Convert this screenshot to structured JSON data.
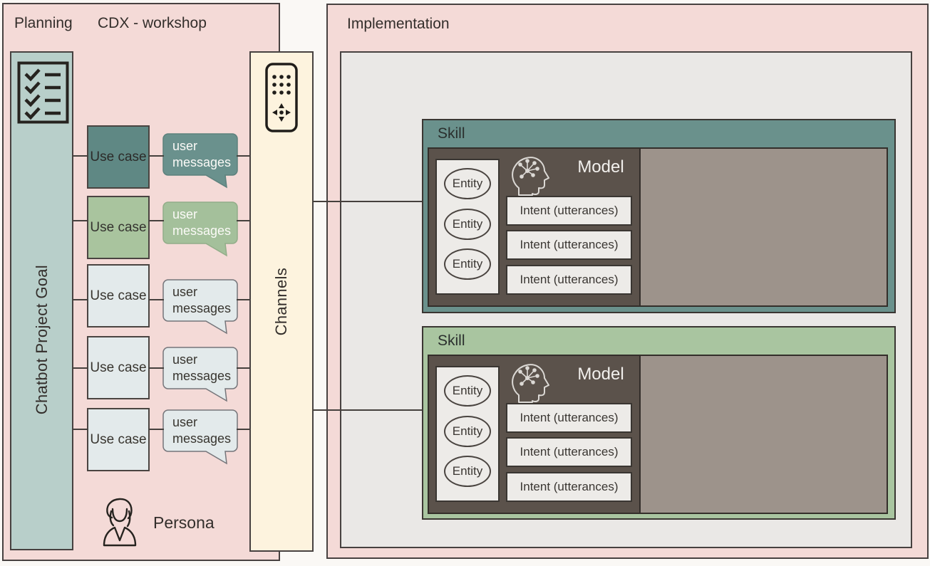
{
  "colors": {
    "pink_panel": "#f4dad7",
    "goal_bar_teal": "#b8cfca",
    "use_case_teal": "#5f8884",
    "use_case_green": "#a9c49e",
    "use_case_light": "#e3eaeb",
    "bubble_teal": "#6a918d",
    "bubble_green": "#a4c09b",
    "channels_cream": "#fdf3de",
    "implementation_gray": "#eae8e6",
    "skill_teal": "#6a918c",
    "skill_green": "#a9c5a0",
    "model_brown": "#5b524b",
    "taupe_panel": "#9d938b",
    "light_panel": "#edebe8",
    "outline_dark": "#45403d"
  },
  "planning": {
    "title": "Planning",
    "subtitle": "CDX - workshop",
    "goal_bar": {
      "label": "Chatbot Project Goal",
      "icon": "checklist-icon"
    },
    "use_cases": [
      {
        "label": "Use case",
        "bubble": "user messages",
        "variant": "teal"
      },
      {
        "label": "Use case",
        "bubble": "user messages",
        "variant": "green"
      },
      {
        "label": "Use case",
        "bubble": "user messages",
        "variant": "light"
      },
      {
        "label": "Use case",
        "bubble": "user messages",
        "variant": "light"
      },
      {
        "label": "Use case",
        "bubble": "user messages",
        "variant": "light"
      }
    ],
    "persona": {
      "label": "Persona",
      "icon": "woman-persona-icon"
    }
  },
  "channels": {
    "label": "Channels",
    "icon": "remote-control-icon"
  },
  "implementation": {
    "title": "Implementation",
    "skills": [
      {
        "title": "Skill",
        "variant": "teal",
        "model": {
          "title": "Model",
          "icon": "ai-head-icon",
          "entities": [
            "Entity",
            "Entity",
            "Entity"
          ],
          "intents": [
            "Intent (utterances)",
            "Intent (utterances)",
            "Intent (utterances)"
          ]
        }
      },
      {
        "title": "Skill",
        "variant": "green",
        "model": {
          "title": "Model",
          "icon": "ai-head-icon",
          "entities": [
            "Entity",
            "Entity",
            "Entity"
          ],
          "intents": [
            "Intent (utterances)",
            "Intent (utterances)",
            "Intent (utterances)"
          ]
        }
      }
    ]
  }
}
